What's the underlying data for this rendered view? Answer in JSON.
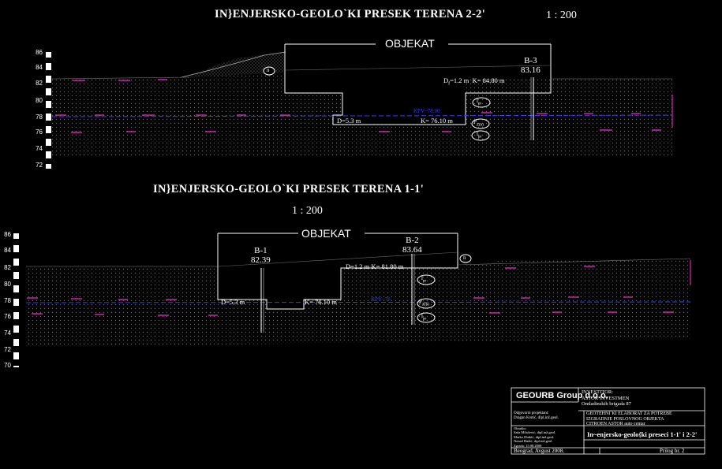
{
  "section_top": {
    "title": "IN}ENJERSKO-GEOLO`KI PRESEK TERENA  2-2'",
    "scale": "1 : 200",
    "y_ticks": [
      "86",
      "84",
      "82",
      "80",
      "78",
      "76",
      "74",
      "72"
    ],
    "object_label": "OBJEKAT",
    "borehole": {
      "name": "B-3",
      "elevation": "83.16"
    },
    "depth_label_1": "D",
    "depth_label_1_sub": "f",
    "depth_label_1_val": "=1.2 m",
    "k_label_1": "K",
    "k_label_1_val": "= 84.80 m",
    "depth_label_2": "D",
    "depth_label_2_val": "=5.3 m",
    "k_label_2": "K",
    "k_label_2_val": "= 76.10 m",
    "water_label": "KPV~78.00",
    "circle_n": "n",
    "circle_l1": "l",
    "circle_l1_sub": "pr",
    "circle_pz": "P",
    "circle_pz_sub": "Z(b)",
    "circle_l2": "l",
    "circle_l2_sub": "pr"
  },
  "section_bottom": {
    "title": "IN}ENJERSKO-GEOLO`KI PRESEK TERENA  1-1'",
    "scale": "1 : 200",
    "y_ticks": [
      "86",
      "84",
      "82",
      "80",
      "78",
      "76",
      "74",
      "72",
      "70"
    ],
    "object_label": "OBJEKAT",
    "borehole_1": {
      "name": "B-1",
      "elevation": "82.39"
    },
    "borehole_2": {
      "name": "B-2",
      "elevation": "83.64"
    },
    "depth_label_1": "D",
    "depth_label_1_val": "=1.2 m",
    "k_label_1": "K",
    "k_label_1_val": "= 81.80 m",
    "depth_label_2": "D",
    "depth_label_2_val": "=5.3 m",
    "k_label_2": "K",
    "k_label_2_val": "= 76.10 m",
    "water_label": "KPV~78",
    "circle_n": "n",
    "circle_l1": "l",
    "circle_l1_sub": "pr",
    "circle_pz": "P",
    "circle_pz_sub": "Z(b)",
    "circle_l2": "l",
    "circle_l2_sub": "pr"
  },
  "title_block": {
    "company": "GEOURB Group d.o.o.",
    "investor_label": "INVESTITOR:",
    "investor_name": "ASTOR INVESTMEN",
    "investor_addr": "Omladinskih brigada 87",
    "row1_left_a": "Odgovorni projektant:",
    "row1_left_b": "Dragan Krstić, dipl.inž.geol.",
    "row1_right_a": "GEOTEHNI`KI ELABORAT ZA POTREBE",
    "row1_right_b": "IZGRADNJE POSLOVNOG OBJEKTA",
    "row1_right_c": "CITROEN ASTOR auto centar",
    "row2_left_a": "Obradio:",
    "row2_left_b": "Saša Milošević, dipl.inž.geol.",
    "row2_left_c": "Marko Dinkić, dipl.inž.geol.",
    "row2_left_d": "Nenad Hadić, dipl.inž.geol.",
    "row2_left_e": "Zgrada: 15.08.2008",
    "drawing_title": "In~enjersko-geolo{ki preseci 1-1' i 2-2'",
    "place_date": "Beograd, Avgust 2008.",
    "sheet": "Prilog br. 2"
  },
  "colors": {
    "background": "#000000",
    "line": "#ffffff",
    "groundwater": "#3a3aff",
    "pink_dash": "#ff2bd0",
    "hatch": "#5a5a5a"
  }
}
